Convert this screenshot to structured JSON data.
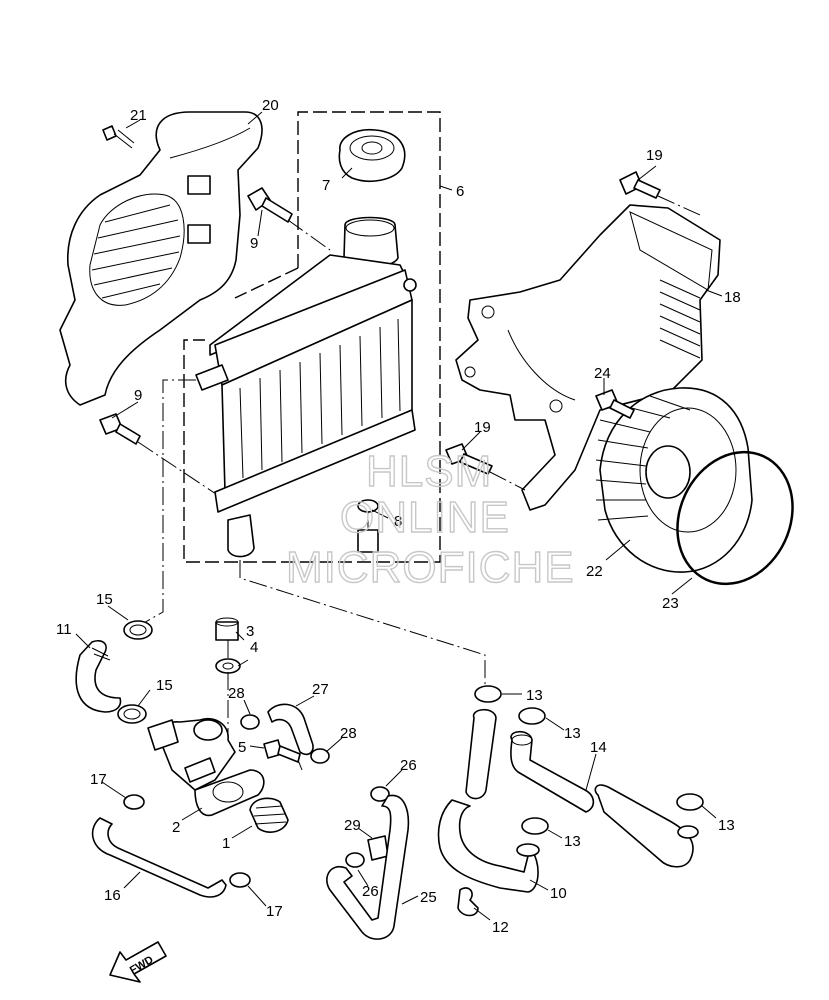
{
  "watermark": {
    "line1": "HLSM",
    "line2": "ONLINE",
    "line3": "MICROFICHE"
  },
  "direction_label": "FWD",
  "callouts": {
    "c1": "1",
    "c2": "2",
    "c3": "3",
    "c4": "4",
    "c5": "5",
    "c6": "6",
    "c7": "7",
    "c8": "8",
    "c9a": "9",
    "c9b": "9",
    "c10": "10",
    "c11": "11",
    "c12": "12",
    "c13a": "13",
    "c13b": "13",
    "c13c": "13",
    "c13d": "13",
    "c14": "14",
    "c15a": "15",
    "c15b": "15",
    "c16": "16",
    "c17a": "17",
    "c17b": "17",
    "c18": "18",
    "c19a": "19",
    "c19b": "19",
    "c20": "20",
    "c21": "21",
    "c22": "22",
    "c23": "23",
    "c24": "24",
    "c25": "25",
    "c26a": "26",
    "c26b": "26",
    "c27": "27",
    "c28a": "28",
    "c28b": "28",
    "c29": "29"
  }
}
